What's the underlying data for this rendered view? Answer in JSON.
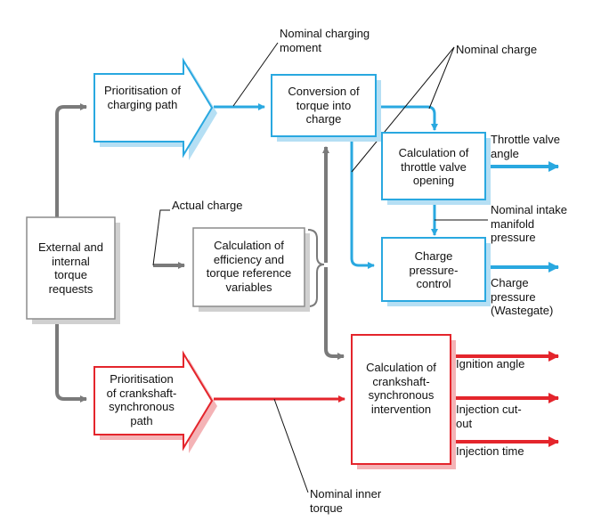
{
  "colors": {
    "charging_path": "#29a8e0",
    "crankshaft_path": "#e4252c",
    "common_path": "#7a7a7a",
    "box_border_gray": "#8c8c8c",
    "shadow_blue": "#b5dff4",
    "shadow_red": "#f4b3b6",
    "shadow_gray": "#d0d0d0"
  },
  "blocks": {
    "external_requests": "External and\ninternal\ntorque\nrequests",
    "prioritisation_charging": "Prioritisation of\ncharging path",
    "conversion": "Conversion of\ntorque into\ncharge",
    "throttle_calc": "Calculation of\nthrottle valve\nopening",
    "charge_pressure_control": "Charge\npressure-\ncontrol",
    "efficiency_calc": "Calculation of\nefficiency and\ntorque reference\nvariables",
    "prioritisation_crankshaft": "Prioritisation\nof crankshaft-\nsynchronous\npath",
    "crankshaft_intervention": "Calculation of\ncrankshaft-\nsynchronous\nintervention"
  },
  "annotations": {
    "nominal_charging_moment": "Nominal charging\nmoment",
    "nominal_charge": "Nominal charge",
    "actual_charge": "Actual charge",
    "nominal_inner_torque": "Nominal inner\ntorque",
    "nominal_intake_pressure": "Nominal intake\nmanifold\npressure"
  },
  "outputs": {
    "throttle_angle": "Throttle valve\nangle",
    "charge_pressure": "Charge\npressure\n(Wastegate)",
    "ignition_angle": "Ignition angle",
    "injection_cutout": "Injection cut-\nout",
    "injection_time": "Injection time"
  }
}
